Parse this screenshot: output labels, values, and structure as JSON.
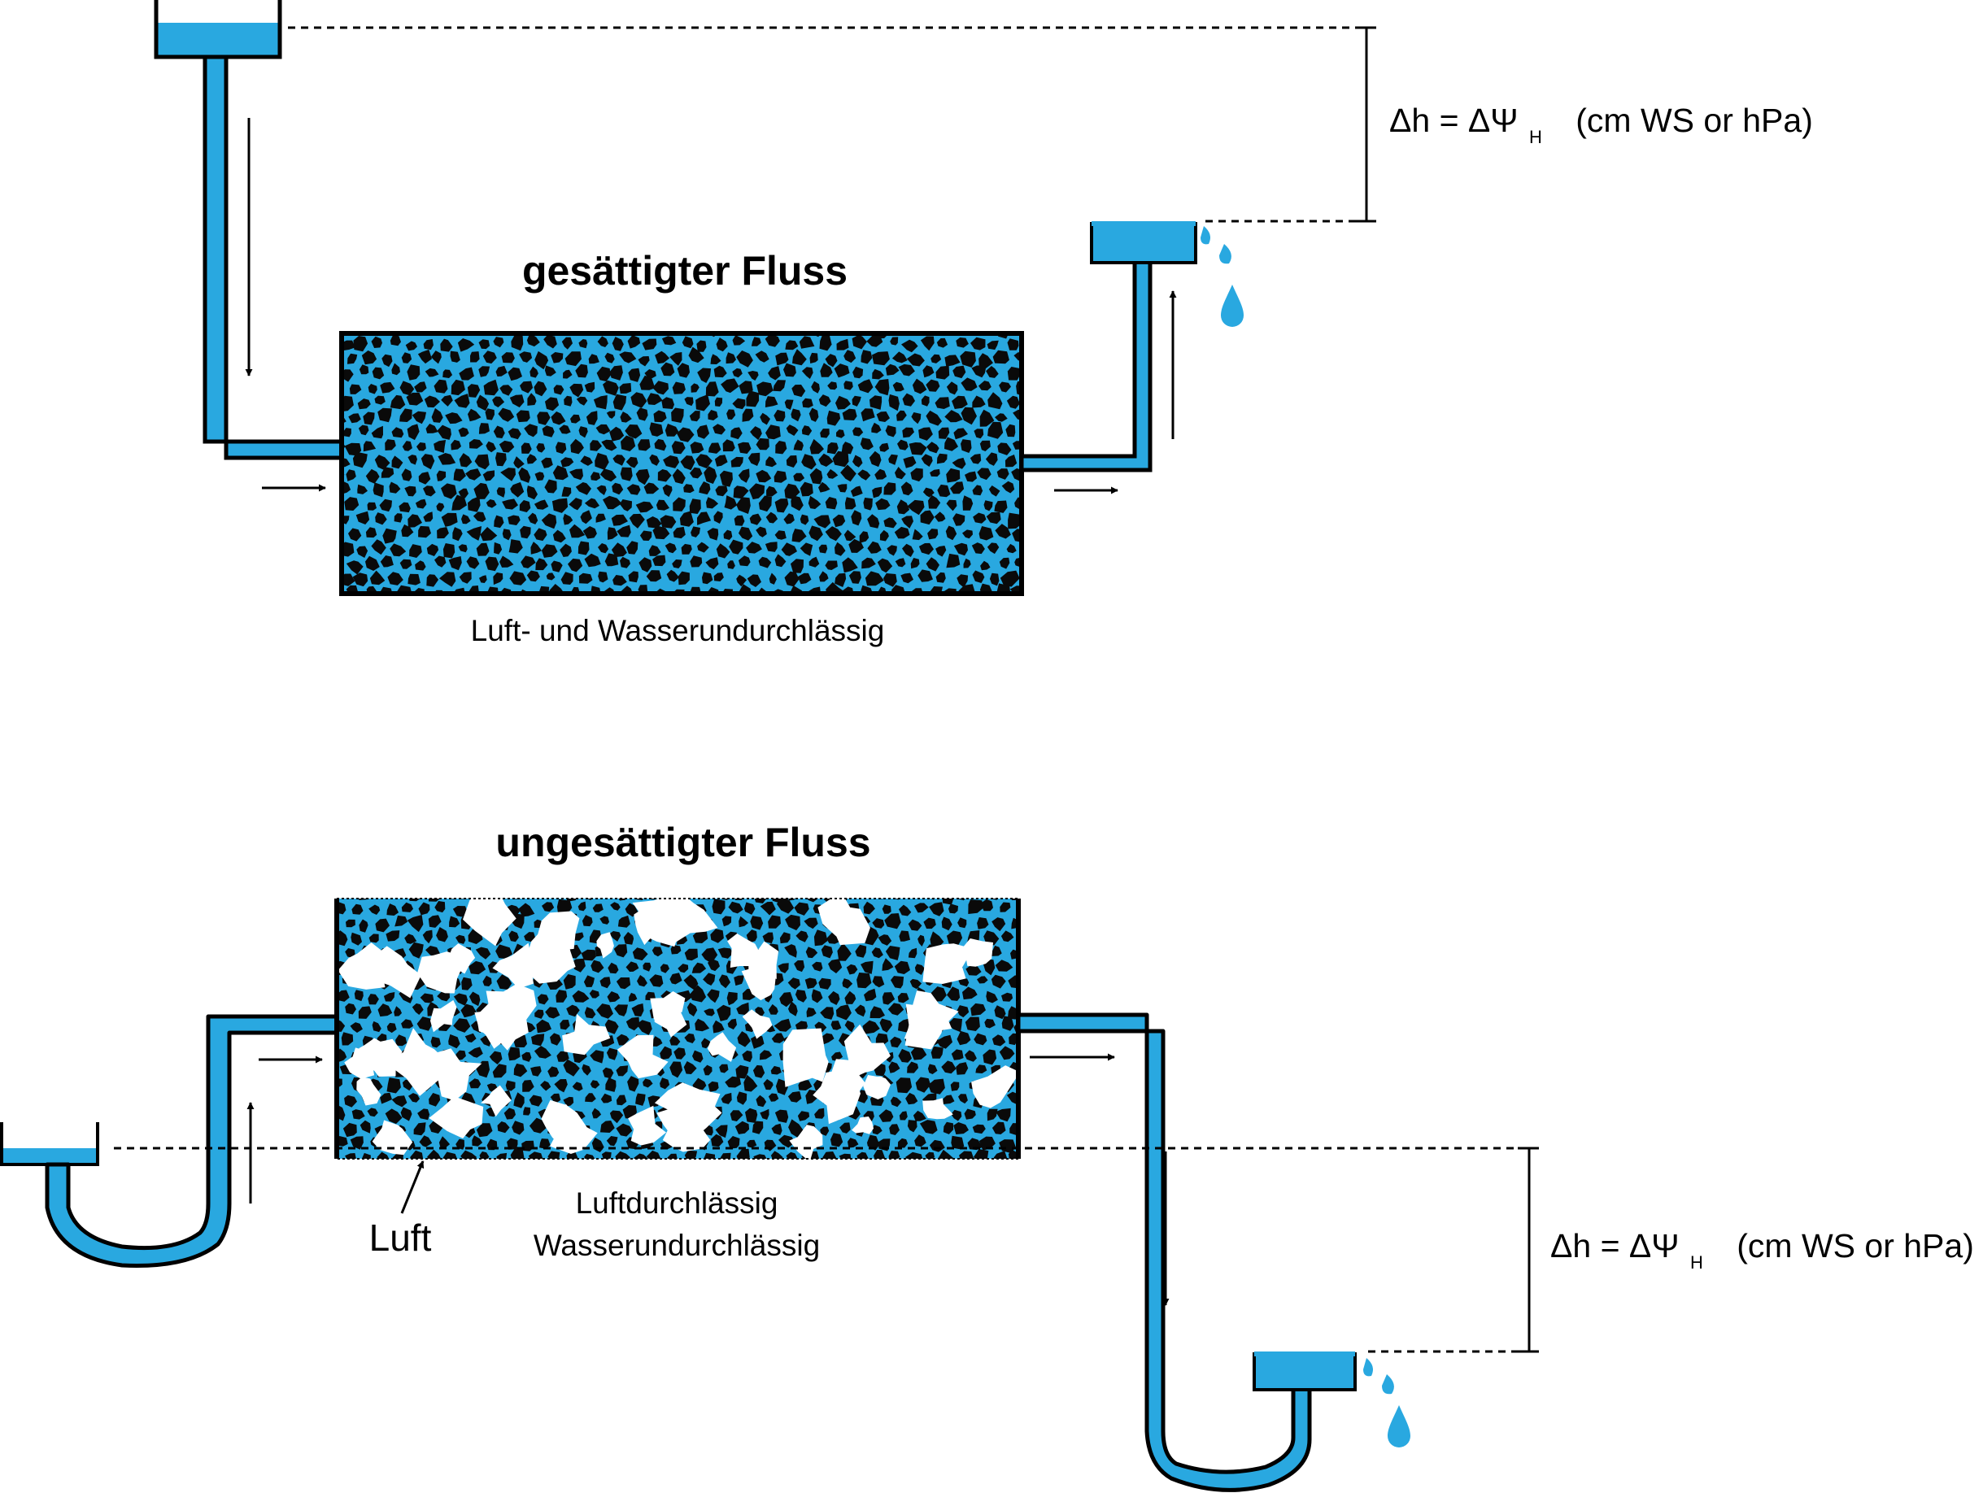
{
  "colors": {
    "water": "#29A8E0",
    "soil": "#0a0a0a",
    "air": "#ffffff",
    "line": "#000000"
  },
  "saturated": {
    "title": "gesättigter Fluss",
    "caption": "Luft- und Wasserundurchlässig",
    "formula": {
      "main": "Δh = ΔΨ",
      "subscript": "H",
      "unit": "(cm WS or hPa)"
    }
  },
  "unsaturated": {
    "title": "ungesättigter Fluss",
    "caption_line1": "Luftdurchlässig",
    "caption_line2": "Wasserundurchlässig",
    "air_label": "Luft",
    "formula": {
      "main": "Δh = ΔΨ",
      "subscript": "H",
      "unit": "(cm WS or hPa)"
    }
  }
}
